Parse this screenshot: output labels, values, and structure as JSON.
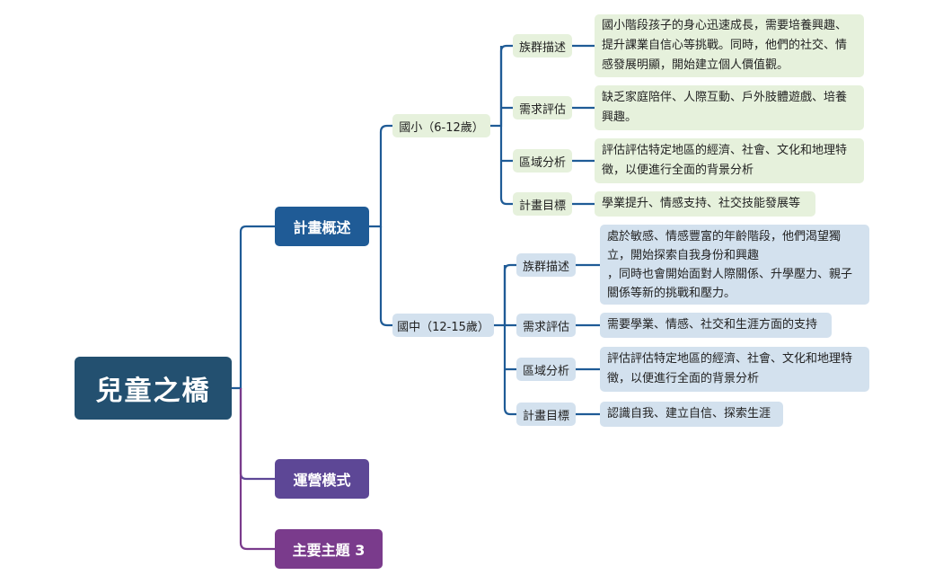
{
  "colors": {
    "root": "#235070",
    "branch_plan": "#1f5b96",
    "branch_ops": "#5d4796",
    "branch_topic3": "#7a3b8c",
    "green_node": "#e6f1dc",
    "blue_node": "#d3e1ee"
  },
  "root": {
    "title": "兒童之橋"
  },
  "branches": {
    "plan": {
      "label": "計畫概述"
    },
    "ops": {
      "label": "運營模式"
    },
    "topic3": {
      "label": "主要主題 3"
    }
  },
  "elementary": {
    "label": "國小（6-12歲）",
    "items": [
      {
        "label": "族群描述",
        "text": "國小階段孩子的身心迅速成長，需要培養興趣、\n提升課業自信心等挑戰。同時，他們的社交、情\n感發展明顯，開始建立個人價值觀。"
      },
      {
        "label": "需求評估",
        "text": "缺乏家庭陪伴、人際互動、戶外肢體遊戲、培養\n興趣。"
      },
      {
        "label": "區域分析",
        "text": "評估評估特定地區的經濟、社會、文化和地理特\n徵，以便進行全面的背景分析"
      },
      {
        "label": "計畫目標",
        "text": "學業提升、情感支持、社交技能發展等"
      }
    ]
  },
  "junior": {
    "label": "國中（12-15歲）",
    "items": [
      {
        "label": "族群描述",
        "text": "處於敏感、情感豐富的年齡階段，他們渴望獨\n立，開始探索自我身份和興趣\n，同時也會開始面對人際關係、升學壓力、親子\n關係等新的挑戰和壓力。"
      },
      {
        "label": "需求評估",
        "text": "需要學業、情感、社交和生涯方面的支持"
      },
      {
        "label": "區域分析",
        "text": "評估評估特定地區的經濟、社會、文化和地理特\n徵，以便進行全面的背景分析"
      },
      {
        "label": "計畫目標",
        "text": "認識自我、建立自信、探索生涯"
      }
    ]
  }
}
